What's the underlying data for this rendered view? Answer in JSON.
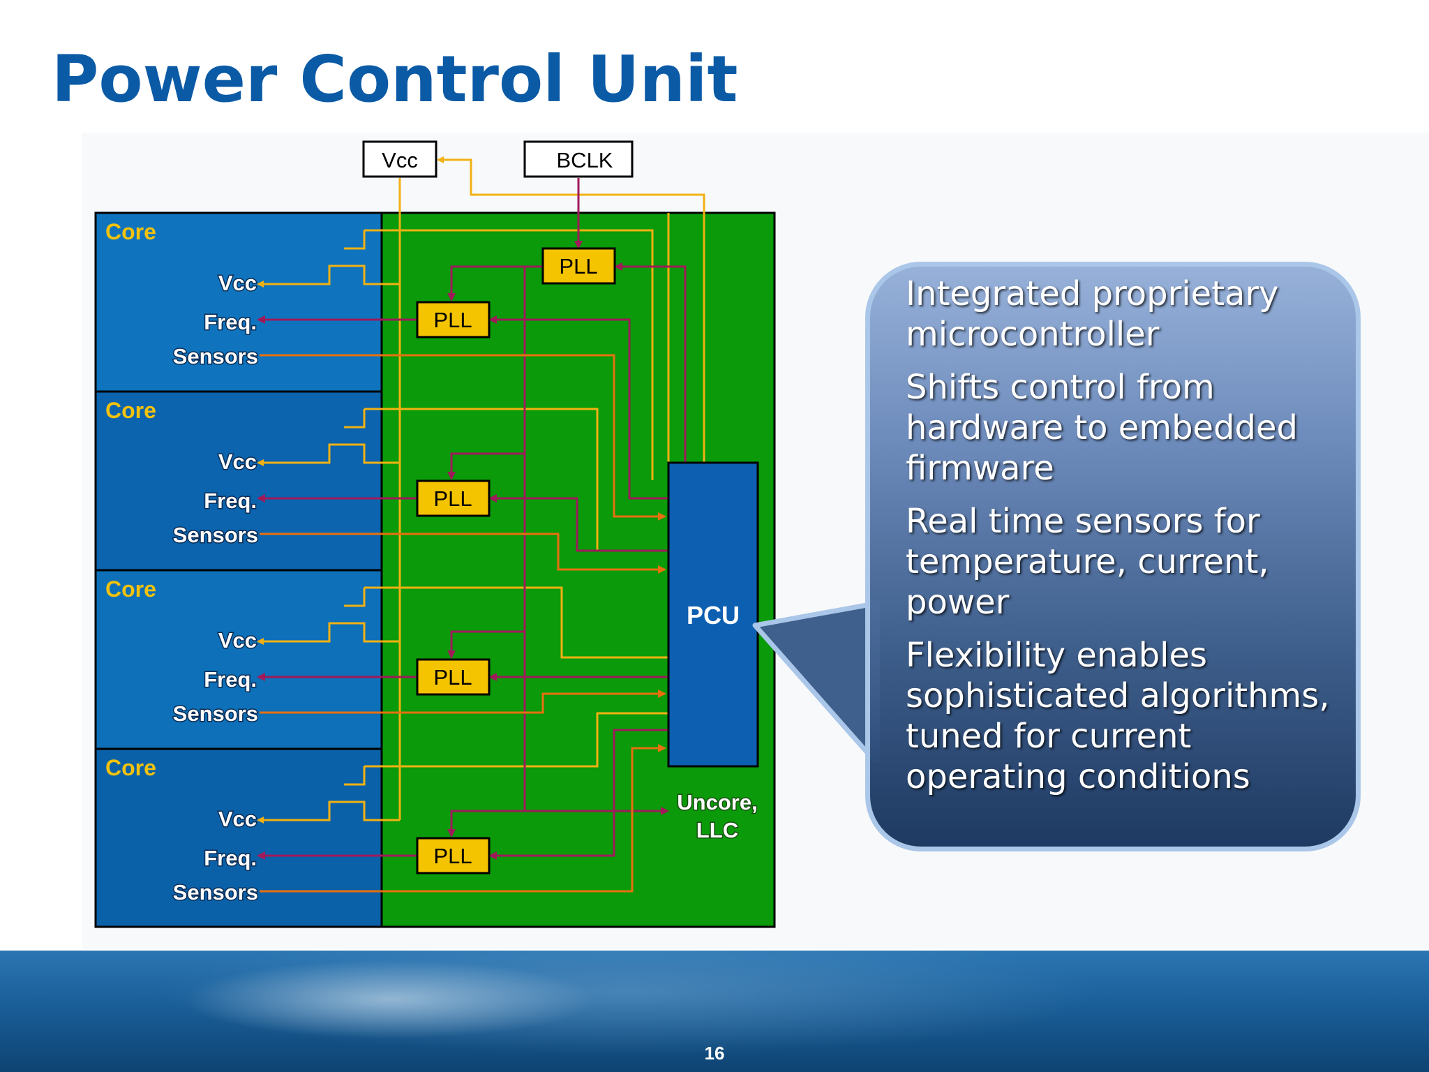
{
  "slide": {
    "title": "Power Control Unit",
    "page_number": "16"
  },
  "diagram": {
    "top_boxes": {
      "vcc": "Vcc",
      "bclk": "BCLK"
    },
    "pll_label": "PLL",
    "cores": [
      {
        "title": "Core",
        "vcc": "Vcc",
        "freq": "Freq.",
        "sensors": "Sensors"
      },
      {
        "title": "Core",
        "vcc": "Vcc",
        "freq": "Freq.",
        "sensors": "Sensors"
      },
      {
        "title": "Core",
        "vcc": "Vcc",
        "freq": "Freq.",
        "sensors": "Sensors"
      },
      {
        "title": "Core",
        "vcc": "Vcc",
        "freq": "Freq.",
        "sensors": "Sensors"
      }
    ],
    "pcu": "PCU",
    "uncore_line1": "Uncore,",
    "uncore_line2": "LLC",
    "colors": {
      "core_blue": "#0b66ad",
      "uncore_green": "#0a9a0a",
      "pll_yellow": "#f5c400",
      "vcc_line": "#f2b112",
      "freq_line": "#a01a5a",
      "sensor_line": "#e8700f",
      "pcu_blue": "#0d5fb1"
    }
  },
  "callout": {
    "bullets": [
      "Integrated proprietary microcontroller",
      "Shifts control from hardware to embedded firmware",
      "Real time sensors for temperature, current, power",
      "Flexibility enables sophisticated algorithms, tuned for current operating conditions"
    ]
  }
}
